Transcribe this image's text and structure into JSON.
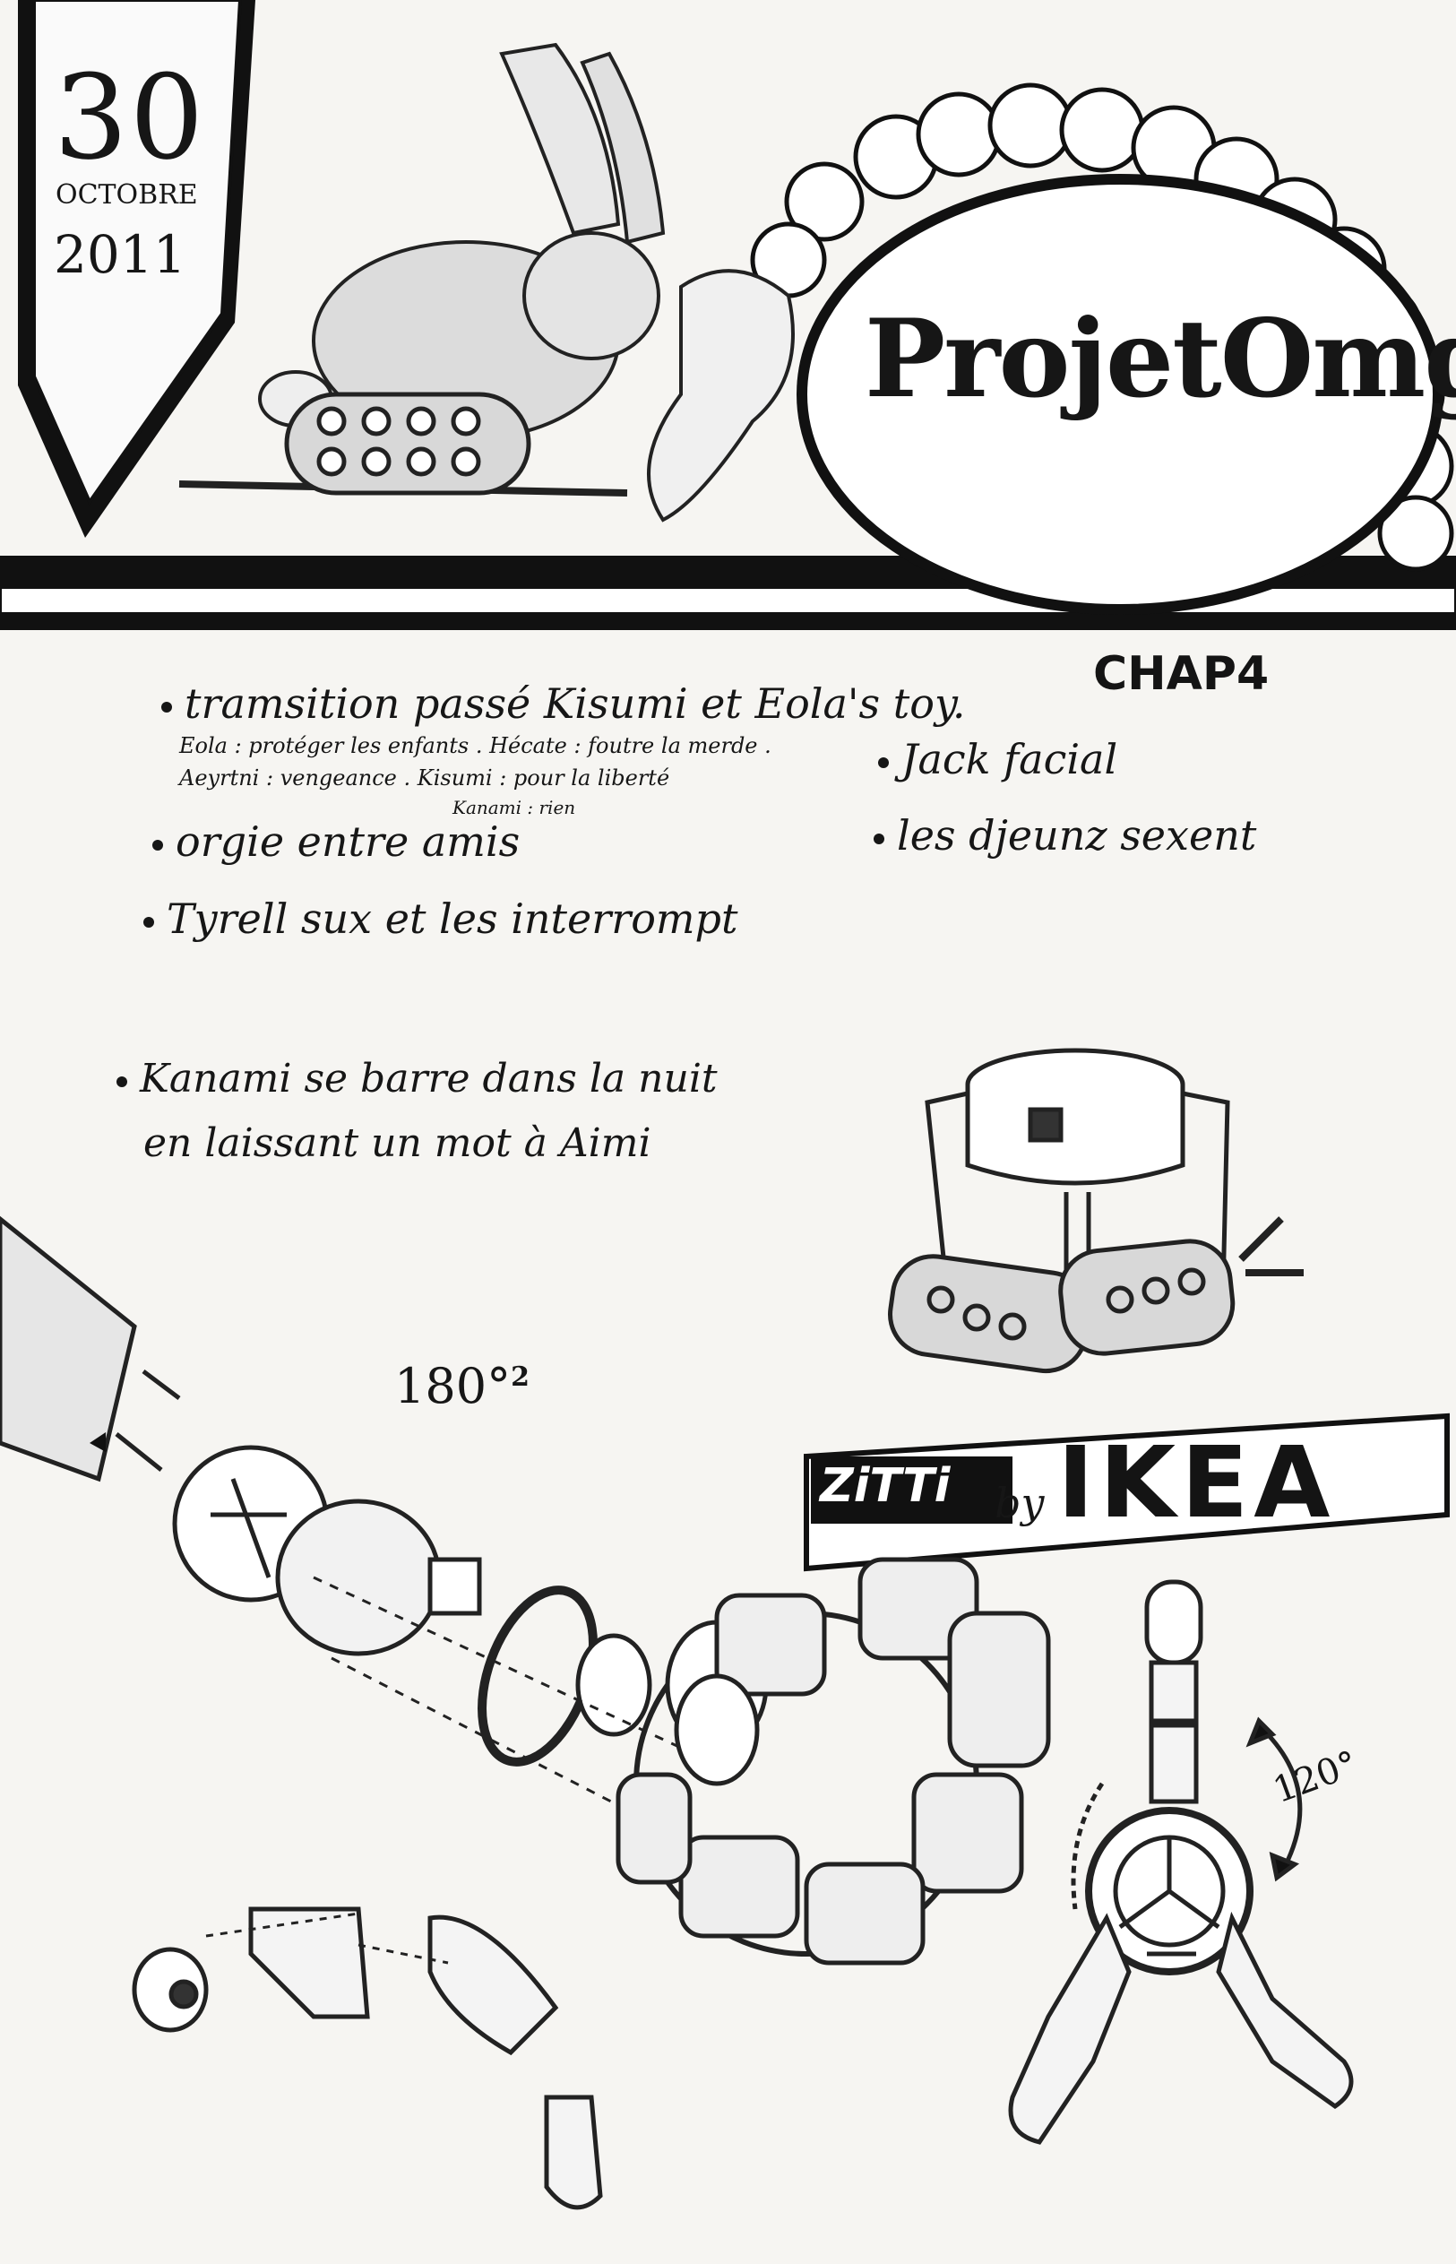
{
  "date": {
    "day": "30",
    "month": "OCTOBRE",
    "year": "2011"
  },
  "title": "ProjetOmg",
  "chapter": "CHAP4",
  "notes": {
    "left": [
      "tramsition passé Kisumi et Eola's toy.",
      "Eola : protéger les enfants . Hécate : foutre la merde .",
      "Aeyrtni : vengeance . Kisumi : pour la liberté",
      "Kanami : rien",
      "orgie entre amis",
      "Tyrell sux et les interrompt"
    ],
    "right": [
      "Jack facial",
      "les djeunz sexent"
    ],
    "bottom": [
      "Kanami se barre dans la nuit",
      "en laissant un mot à Aimi"
    ]
  },
  "annotations": {
    "rotation_a": "180°",
    "rotation_a_sup": "2",
    "rotation_b": "120°"
  },
  "sign": {
    "product": "ZiTTi",
    "by": "by",
    "brand": "IKEA"
  }
}
